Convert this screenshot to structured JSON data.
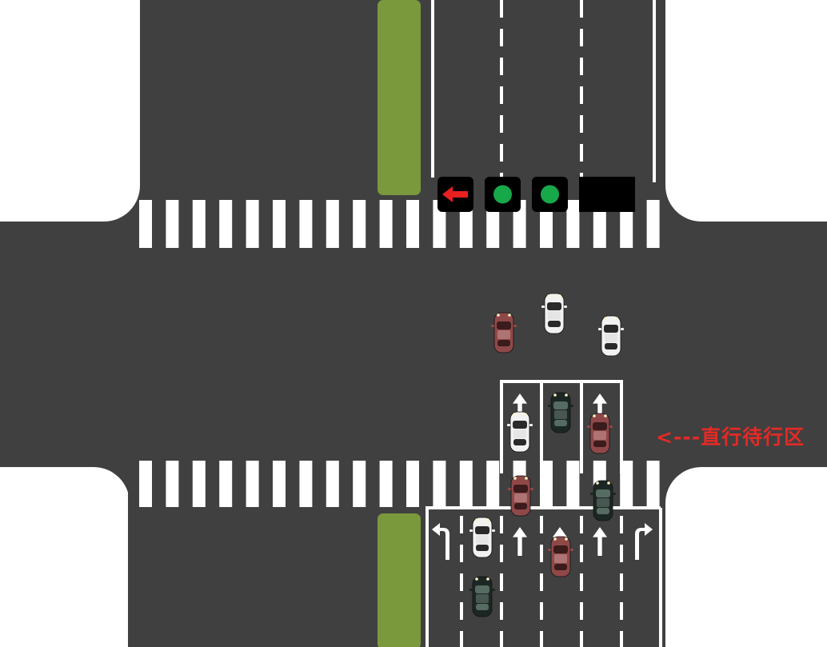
{
  "diagram": {
    "title": "",
    "waiting_zone_label": "<---直行待行区"
  },
  "signals": [
    {
      "name": "left-turn-signal",
      "state": "red",
      "shape": "left-arrow"
    },
    {
      "name": "straight-signal-1",
      "state": "green",
      "shape": "circle"
    },
    {
      "name": "straight-signal-2",
      "state": "green",
      "shape": "circle"
    },
    {
      "name": "right-turn-signal",
      "state": "off",
      "shape": "none"
    }
  ],
  "lane_markings": {
    "waiting_zone_arrows": [
      "straight",
      "straight",
      "straight"
    ],
    "approach_arrows": [
      "left-turn",
      "straight",
      "straight",
      "straight",
      "right-turn"
    ]
  },
  "cars": [
    {
      "name": "car-red-crossing",
      "color": "red"
    },
    {
      "name": "car-white-crossing-1",
      "color": "white"
    },
    {
      "name": "car-white-crossing-2",
      "color": "white"
    },
    {
      "name": "car-white-waiting",
      "color": "white"
    },
    {
      "name": "car-dark-waiting",
      "color": "dark"
    },
    {
      "name": "car-red-waiting",
      "color": "red"
    },
    {
      "name": "car-red-stopline",
      "color": "red"
    },
    {
      "name": "car-dark-stopline",
      "color": "dark"
    },
    {
      "name": "car-white-leftlane",
      "color": "white"
    },
    {
      "name": "car-dark-leftlane",
      "color": "dark"
    },
    {
      "name": "car-red-approach",
      "color": "red"
    }
  ],
  "colors": {
    "road": "#404040",
    "median": "#7a993d",
    "marking": "#ffffff",
    "signal_red": "#e82020",
    "signal_green": "#17a84a",
    "signal_housing": "#000000",
    "label": "#e32a26"
  }
}
